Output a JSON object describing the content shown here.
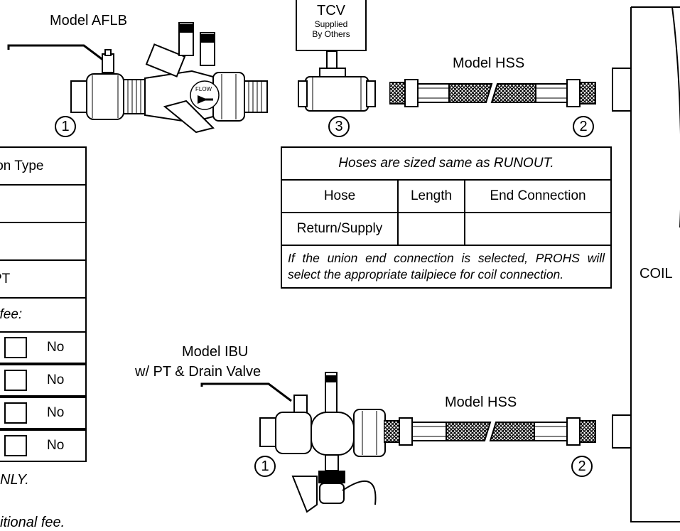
{
  "labels": {
    "model_aflb": "Model AFLB",
    "tcv": "TCV",
    "tcv_sub1": "Supplied",
    "tcv_sub2": "By Others",
    "model_hss_top": "Model HSS",
    "model_hss_bottom": "Model HSS",
    "model_ibu_1": "Model IBU",
    "model_ibu_2": "w/ PT & Drain Valve",
    "coil": "COIL",
    "flow": "FLOW"
  },
  "callouts": {
    "aflb": "1",
    "tcv": "3",
    "hss_top": "2",
    "ibu": "1",
    "hss_bottom": "2"
  },
  "hose_table": {
    "header": "Hoses are sized same as RUNOUT.",
    "col_hose": "Hose",
    "col_length": "Length",
    "col_end": "End Connection",
    "row_label": "Return/Supply",
    "row_length": "",
    "row_end": "",
    "note": "If the union end connection is selected, PROHS will select the appropriate tailpiece for coil connection."
  },
  "left_table": {
    "header": "ion Type",
    "row1": "",
    "row2": "",
    "row3": "PT",
    "fee": "l fee:",
    "options": [
      "No",
      "No",
      "No",
      "No"
    ],
    "footer1": "NLY.",
    "footer2": "itional fee."
  }
}
